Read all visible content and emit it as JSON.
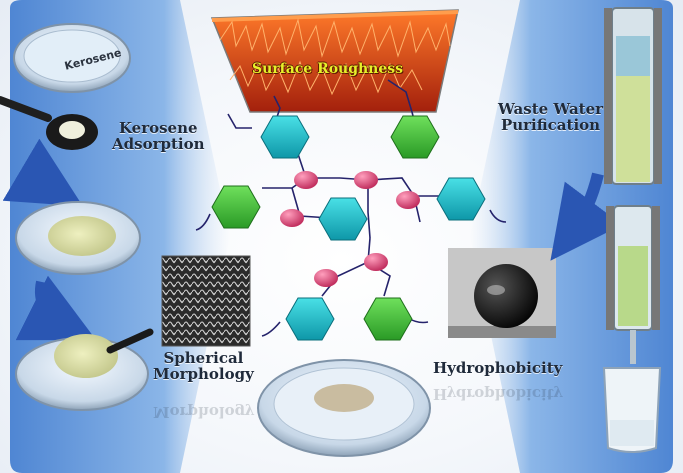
{
  "labels": {
    "kerosene_dish": "Kerosene",
    "kerosene_adsorption_1": "Kerosene",
    "kerosene_adsorption_2": "Adsorption",
    "surface_roughness": "Surface Roughness",
    "waste_water_1": "Waste Water",
    "waste_water_2": "Purification",
    "spherical_1": "Spherical",
    "spherical_2": "Morphology",
    "hydrophobicity": "Hydrophobicity"
  },
  "colors": {
    "panel_blue": "#6f9fdb",
    "arrow_blue": "#2a56b3",
    "hexagon_cyan": "#19bcc6",
    "hexagon_green": "#3fc23a",
    "node_pink": "#e0507c",
    "bond_navy": "#25236b",
    "surface_red": "#d6431b",
    "label_yellow": "#e8f02a"
  },
  "icons": [
    "petri-dish",
    "spoon",
    "curved-arrow",
    "rough-surface",
    "sem-image",
    "water-droplet",
    "filter-column",
    "beaker"
  ]
}
